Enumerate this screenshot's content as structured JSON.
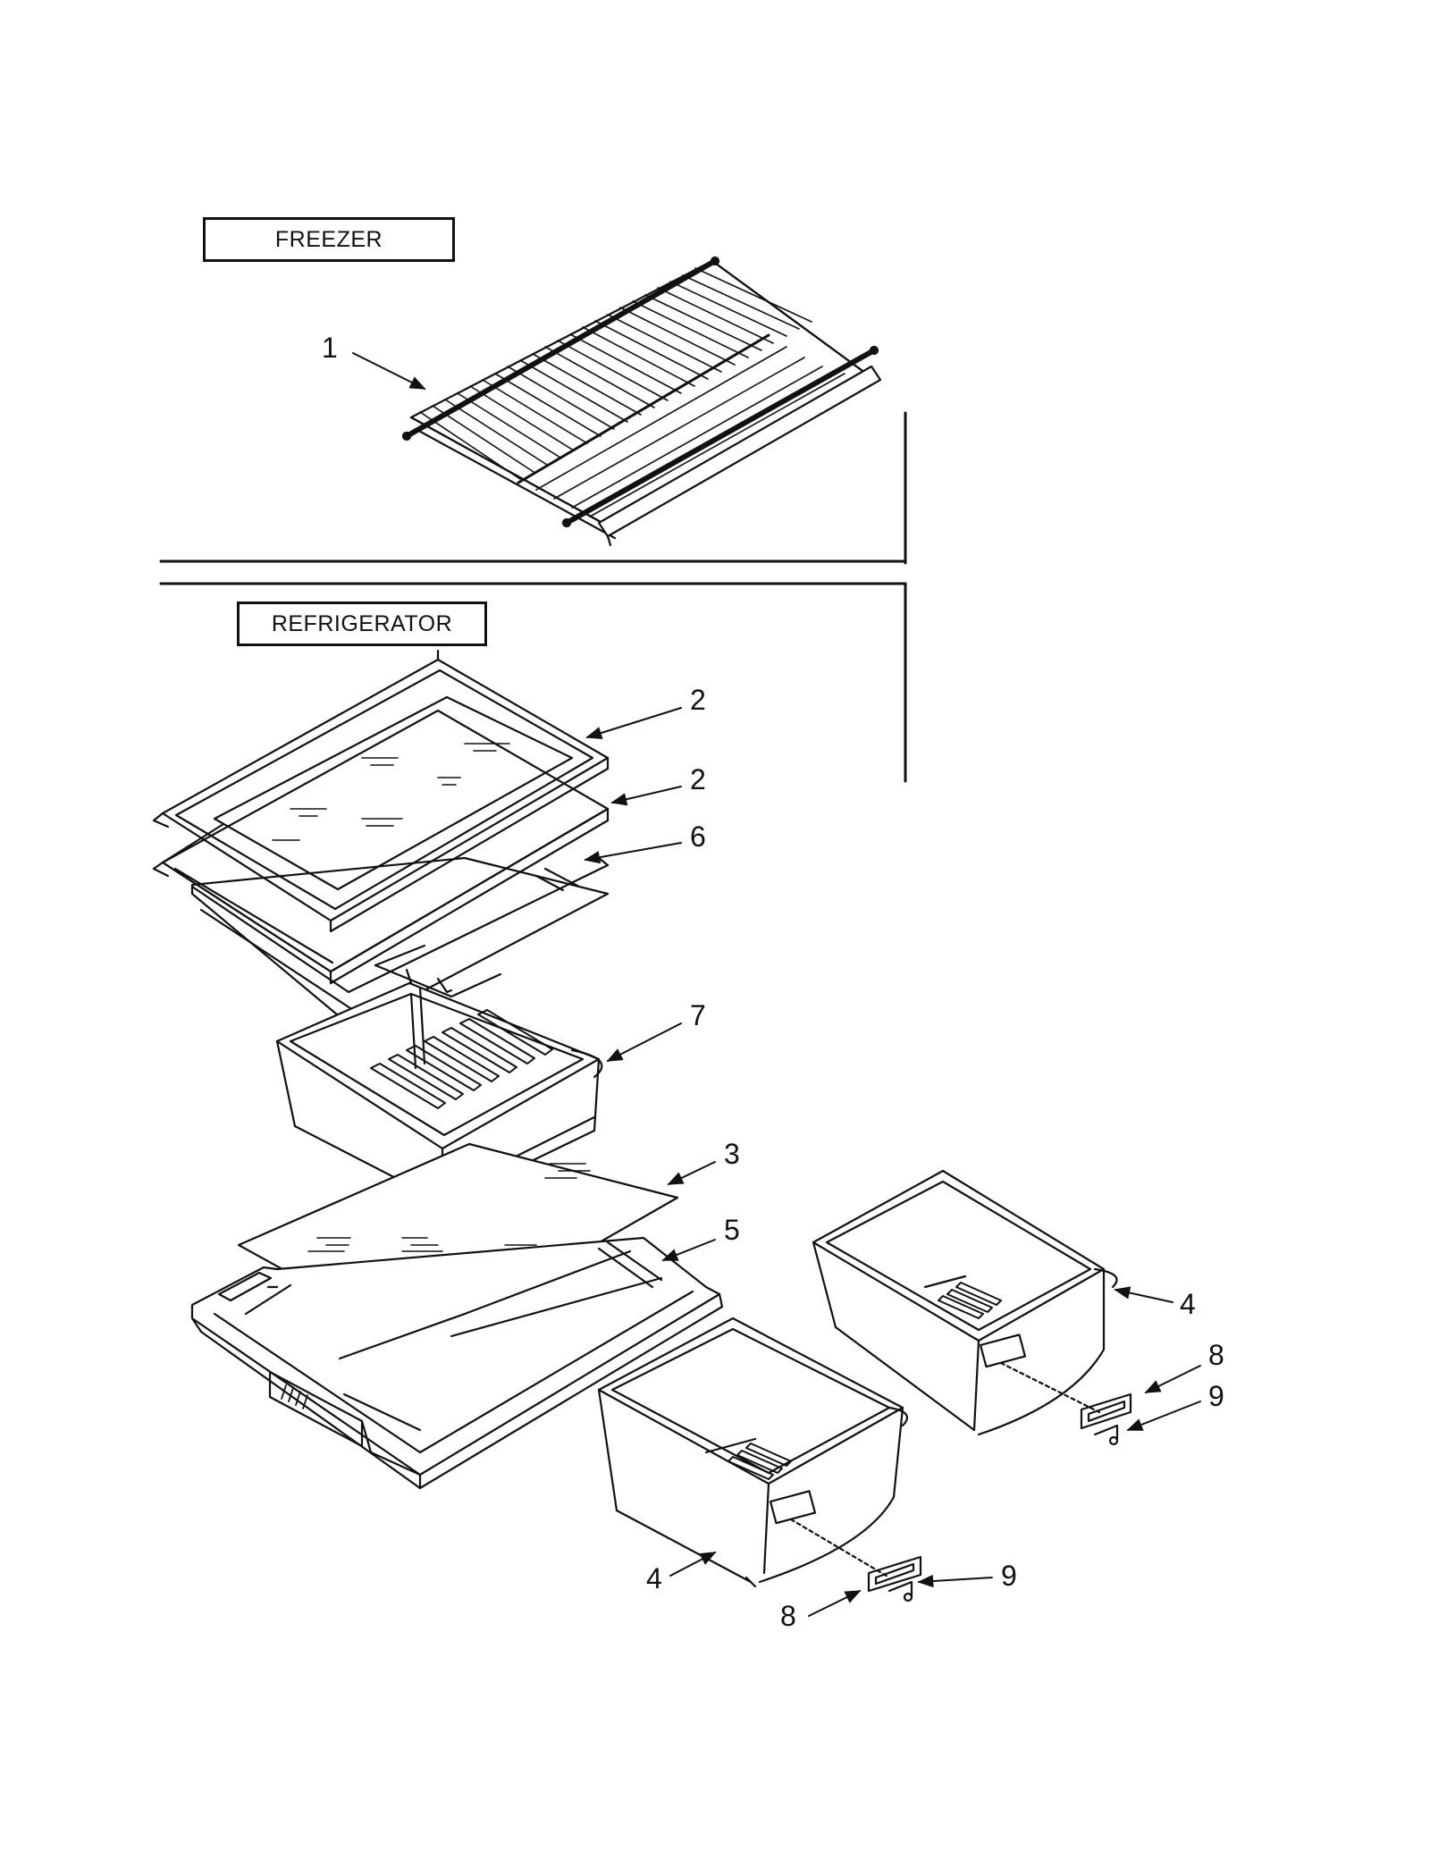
{
  "sections": {
    "freezer": "FREEZER",
    "refrigerator": "REFRIGERATOR"
  },
  "callouts": [
    {
      "id": "c1",
      "text": "1"
    },
    {
      "id": "c2a",
      "text": "2"
    },
    {
      "id": "c2b",
      "text": "2"
    },
    {
      "id": "c6",
      "text": "6"
    },
    {
      "id": "c7",
      "text": "7"
    },
    {
      "id": "c3",
      "text": "3"
    },
    {
      "id": "c5",
      "text": "5"
    },
    {
      "id": "c4a",
      "text": "4"
    },
    {
      "id": "c8a",
      "text": "8"
    },
    {
      "id": "c9a",
      "text": "9"
    },
    {
      "id": "c4b",
      "text": "4"
    },
    {
      "id": "c9b",
      "text": "9"
    },
    {
      "id": "c8b",
      "text": "8"
    }
  ]
}
